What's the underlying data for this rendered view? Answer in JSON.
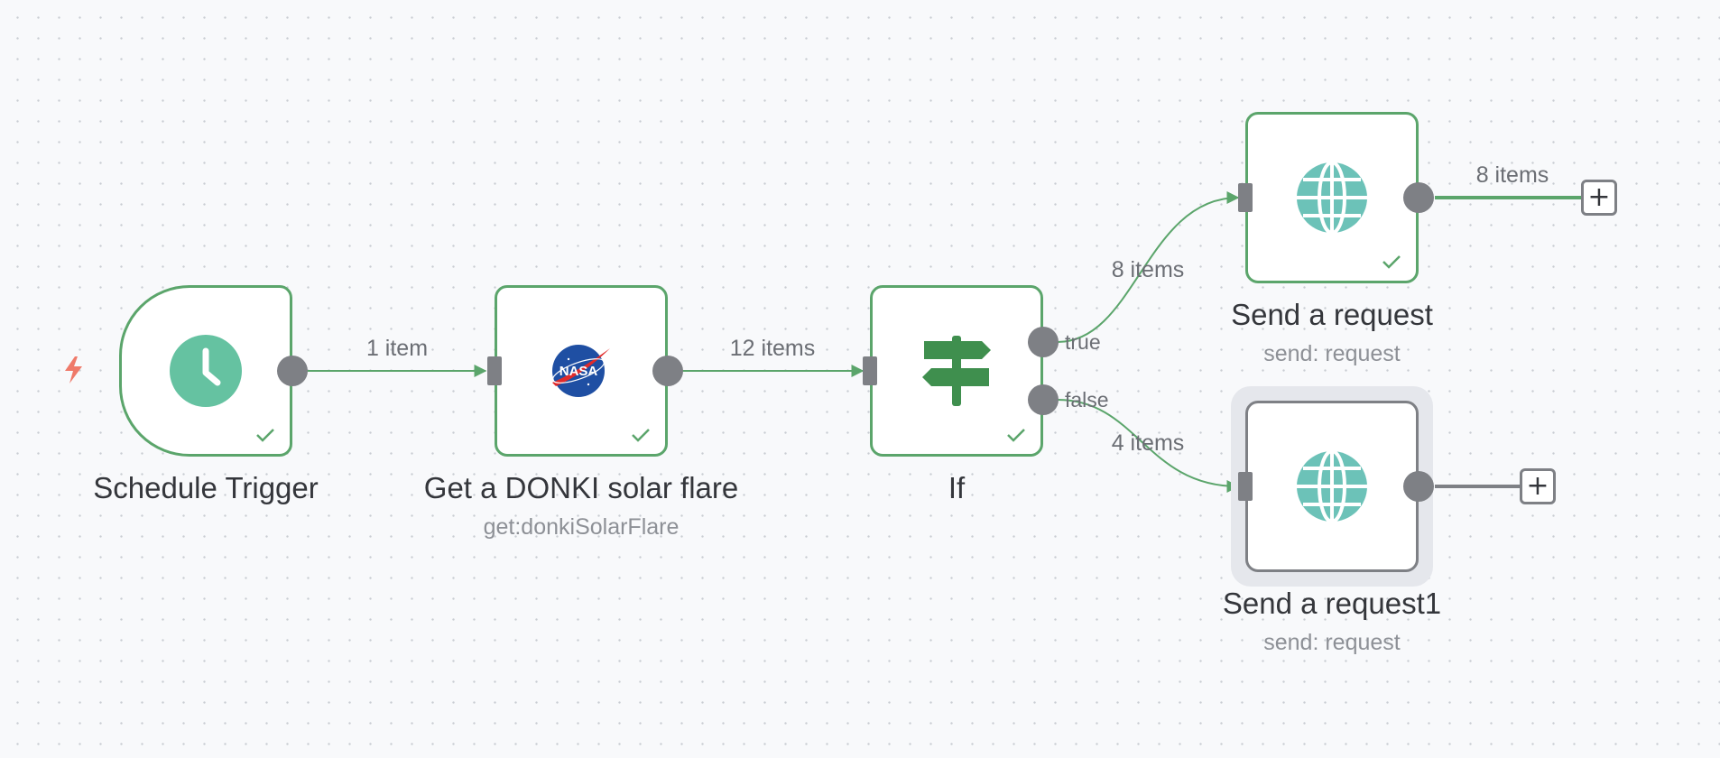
{
  "nodes": {
    "schedule_trigger": {
      "title": "Schedule Trigger",
      "icon": "clock-icon",
      "status": "success"
    },
    "nasa": {
      "title": "Get a DONKI solar flare",
      "subtitle": "get:donkiSolarFlare",
      "icon": "nasa-logo",
      "status": "success"
    },
    "if": {
      "title": "If",
      "icon": "signpost-icon",
      "status": "success",
      "outputs": [
        "true",
        "false"
      ]
    },
    "send_request": {
      "title": "Send a request",
      "subtitle": "send: request",
      "icon": "globe-icon",
      "status": "success"
    },
    "send_request1": {
      "title": "Send a request1",
      "subtitle": "send: request",
      "icon": "globe-icon",
      "status": "selected"
    }
  },
  "edges": {
    "trigger_to_nasa": "1 item",
    "nasa_to_if": "12 items",
    "if_true_to_request": "8 items",
    "if_false_to_request1": "4 items",
    "request_out": "8 items"
  },
  "add_button": "+",
  "colors": {
    "success": "#5ba56b",
    "selected": "#7e8085",
    "trigger_icon": "#65c2a1",
    "if_icon": "#3f8f4e",
    "globe_icon": "#6cc2b8",
    "trigger_bolt": "#ef7a6a"
  }
}
